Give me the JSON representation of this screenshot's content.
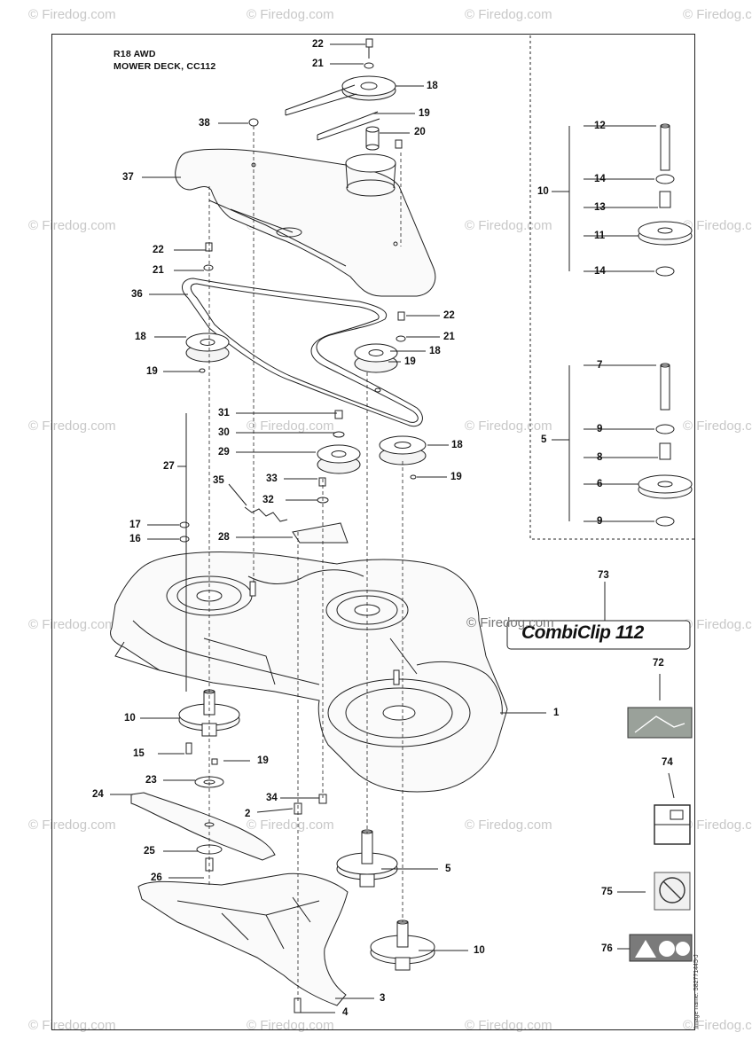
{
  "header": {
    "model": "R18 AWD",
    "assembly": "MOWER DECK, CC112"
  },
  "watermark": "© Firedog.com",
  "logo_text": "CombiClip 112",
  "image_number": "Image name: 582771445-J",
  "labels": {
    "l22a": "22",
    "l21a": "21",
    "l18a": "18",
    "l19a": "19",
    "l20": "20",
    "l38": "38",
    "l37": "37",
    "l22b": "22",
    "l21b": "21",
    "l36": "36",
    "l22c": "22",
    "l21c": "21",
    "l18b": "18",
    "l18c": "18",
    "l19b": "19",
    "l19c": "19",
    "l31": "31",
    "l30": "30",
    "l29": "29",
    "l27": "27",
    "l18d": "18",
    "l35": "35",
    "l33": "33",
    "l32": "32",
    "l19d": "19",
    "l17": "17",
    "l16": "16",
    "l28": "28",
    "l12": "12",
    "l10a": "10",
    "l14a": "14",
    "l13": "13",
    "l11": "11",
    "l14b": "14",
    "l7": "7",
    "l5a": "5",
    "l9a": "9",
    "l8": "8",
    "l6": "6",
    "l9b": "9",
    "l73": "73",
    "l72": "72",
    "l74": "74",
    "l75": "75",
    "l76": "76",
    "l10b": "10",
    "l15": "15",
    "l19e": "19",
    "l1": "1",
    "l23": "23",
    "l24": "24",
    "l34": "34",
    "l2": "2",
    "l25": "25",
    "l26": "26",
    "l5b": "5",
    "l10c": "10",
    "l3": "3",
    "l4": "4"
  }
}
